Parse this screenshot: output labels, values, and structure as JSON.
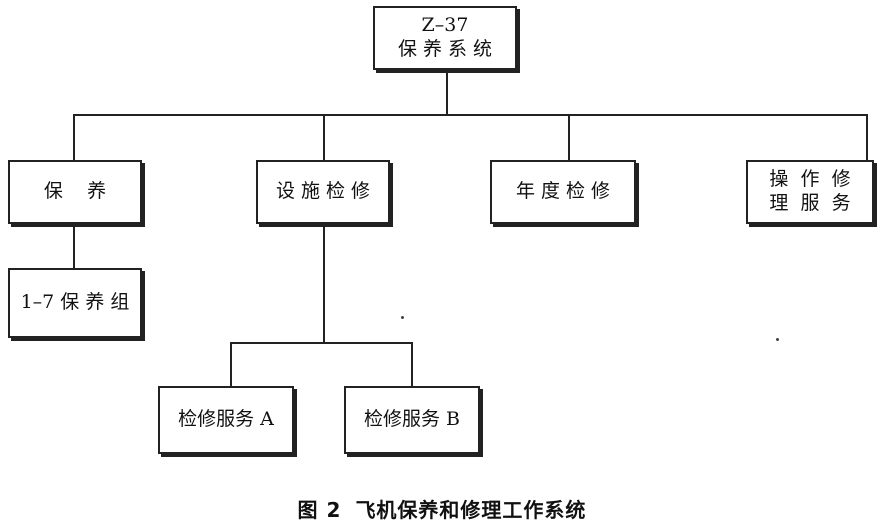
{
  "diagram": {
    "root": {
      "line1": "Z–37",
      "line2": "保 养 系 统"
    },
    "level1": [
      {
        "label": "保    养"
      },
      {
        "label": "设 施 检 修"
      },
      {
        "label": "年 度 检 修"
      },
      {
        "line1": "操  作  修",
        "line2": "理  服  务"
      }
    ],
    "maintenance_child": {
      "label": "1–7 保 养 组"
    },
    "facility_children": [
      {
        "label": "检修服务 A"
      },
      {
        "label": "检修服务 B"
      }
    ]
  },
  "caption": {
    "number": "图 2",
    "text": "飞机保养和修理工作系统"
  }
}
